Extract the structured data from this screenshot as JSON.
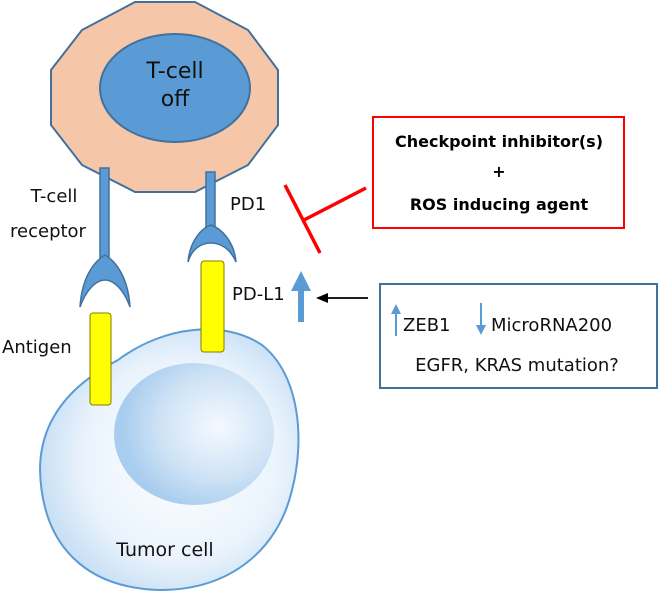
{
  "tcell": {
    "nucleus_line1": "T-cell",
    "nucleus_line2": "off",
    "receptor_label_line1": "T-cell",
    "receptor_label_line2": "receptor",
    "pd1_label": "PD1"
  },
  "tumor": {
    "antigen_label": "Antigen",
    "pdl1_label": "PD-L1",
    "cell_label": "Tumor cell"
  },
  "therapy_box": {
    "line1": "Checkpoint inhibitor(s)",
    "line2": "+",
    "line3": "ROS inducing agent"
  },
  "regulators_box": {
    "zeb1": "ZEB1",
    "microrna": "MicroRNA200",
    "line2": "EGFR, KRAS mutation?"
  },
  "colors": {
    "tcell_fill": "#f6c6a8",
    "tcell_stroke": "#41719c",
    "nucleus_fill": "#5b9bd5",
    "receptor": "#5b9bd5",
    "antigen": "#ffff00",
    "inhibit_red": "#ff0000",
    "up_arrow": "#5b9bd5",
    "box_blue": "#41719c"
  }
}
